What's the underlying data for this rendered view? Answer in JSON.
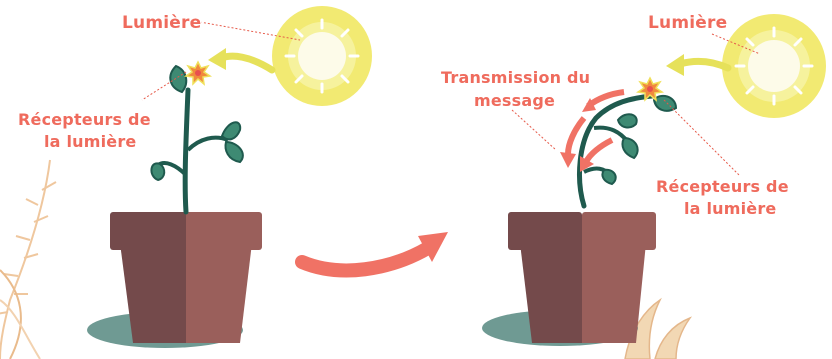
{
  "left_scene": {
    "sun_label": "Lumière",
    "receptor_label_line1": "Récepteurs de",
    "receptor_label_line2": "la lumière"
  },
  "right_scene": {
    "sun_label": "Lumière",
    "transmission_label_line1": "Transmission du",
    "transmission_label_line2": "message",
    "receptor_label_line1": "Récepteurs de",
    "receptor_label_line2": "la lumière"
  },
  "colors": {
    "label": "#ef6b5d",
    "sun_outer": "#f2ea72",
    "sun_ring": "#f6f29d",
    "sun_core": "#fdfbe9",
    "pot_dark": "#744a4b",
    "pot_light": "#9a5f5b",
    "stem": "#1f5a4e",
    "leaf": "#3e8a73",
    "shadow": "#6f9a93",
    "arrow": "#f07265",
    "light_arrow": "#e6e15a"
  }
}
